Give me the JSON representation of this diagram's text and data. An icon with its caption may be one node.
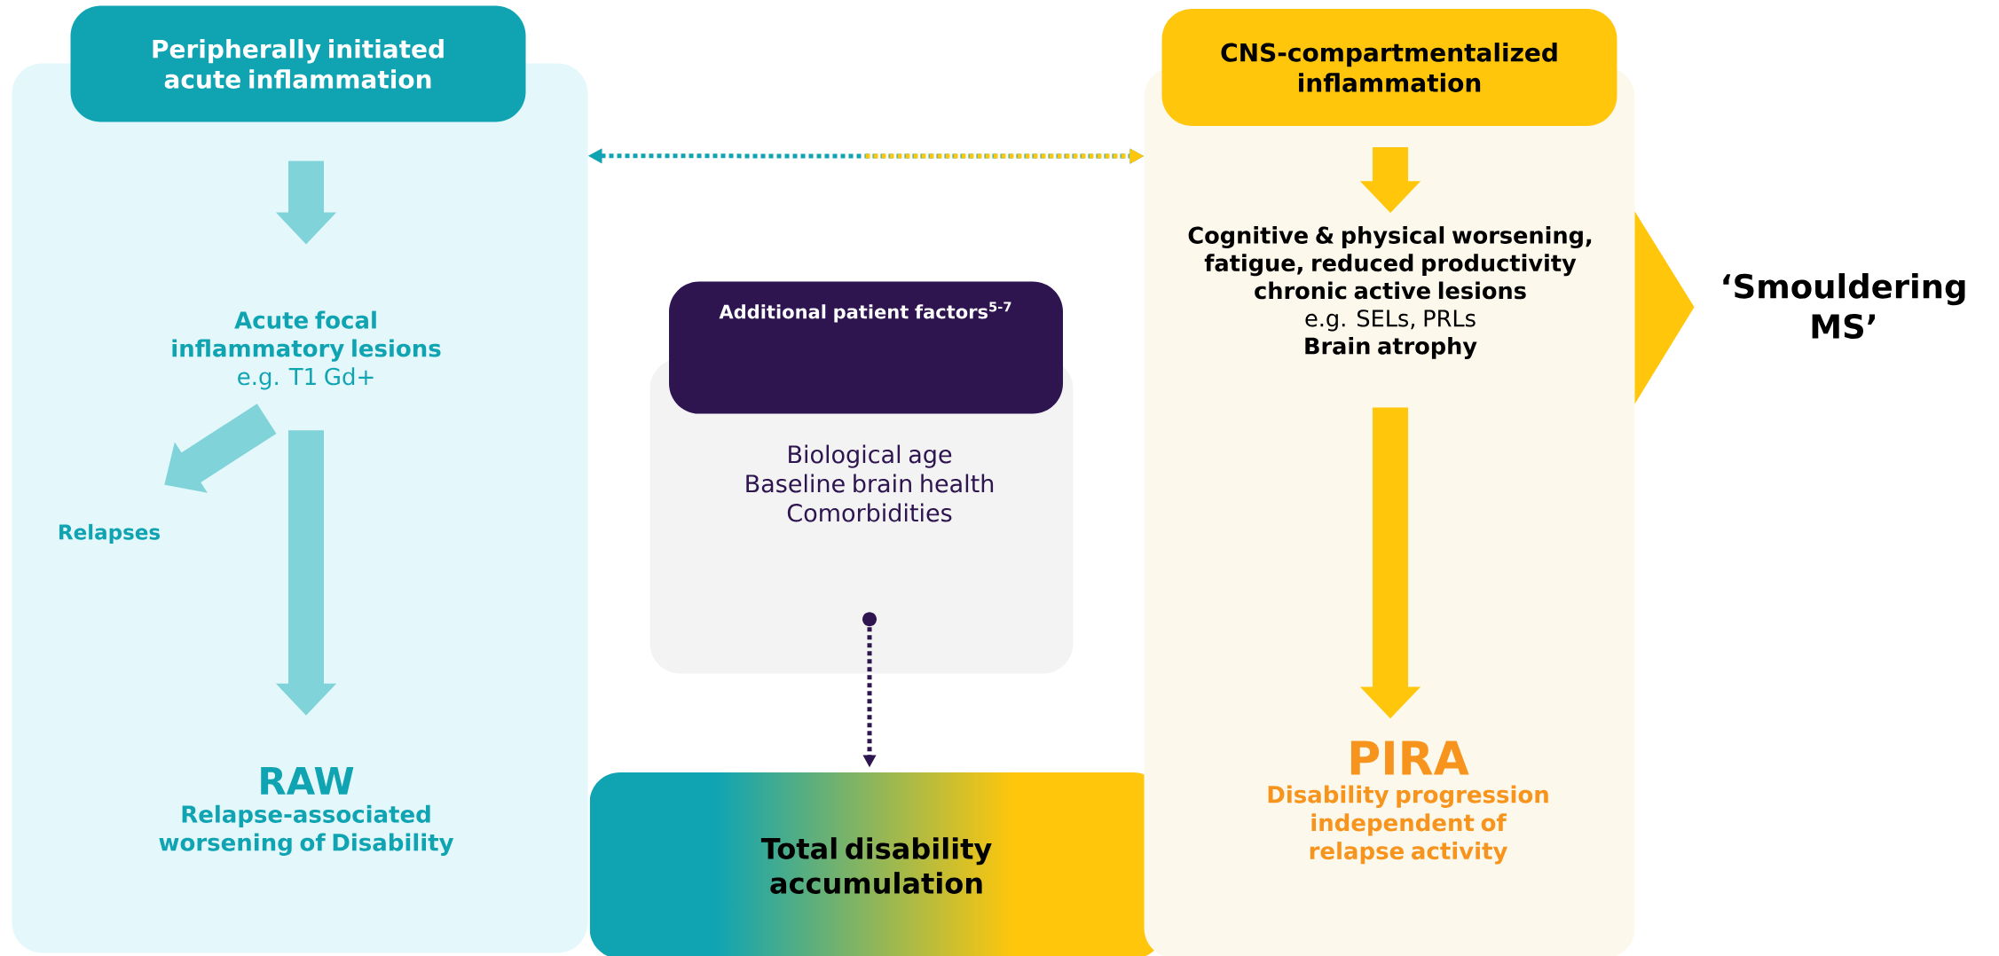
{
  "diagram": {
    "nodes": [
      {
        "text": [],
        "shape": "box"
      },
      {
        "text": [
          "Peripherally initiated acute inflammation"
        ]
      },
      {
        "text": [
          "Acute focal inflammatory lesions",
          "e.g. T1 Gd+"
        ],
        "in": 0
      },
      {
        "text": [
          "Relapses"
        ],
        "in": 0
      },
      {
        "text": [
          "RAW",
          "Relapse-associated worsening of Disability"
        ],
        "in": 0
      },
      {
        "text": [],
        "shape": "box"
      },
      {
        "text": [
          "Additional patient factors$^{5-7}$"
        ]
      },
      {
        "text": [
          "Biological age",
          "Baseline brain health",
          "Comorbidities"
        ],
        "in": 5
      },
      {
        "text": [
          "Total disability accumulation"
        ]
      },
      {
        "text": [],
        "shape": "box"
      },
      {
        "text": [
          "CNS-compartmentalized inflammation"
        ]
      },
      {
        "text": [
          "Cognitive & physical worsening, fatigue, reduced productivity",
          "chronic active lesions",
          "e.g. SELs, PRLs",
          "Brain atrophy"
        ],
        "in": 9
      },
      {
        "text": [
          "PIRA",
          "Disability progression independent of relapse activity"
        ],
        "in": 9
      }
    ],
    "edges": [
      {
        "from": 1,
        "to": 2,
        "arrow": "to",
        "color": "#7fd3d9"
      },
      {
        "from": 2,
        "to": 3,
        "arrow": "to",
        "color": "#7fd3d9"
      },
      {
        "from": 2,
        "to": 4,
        "arrow": "to",
        "color": "#7fd3d9"
      },
      {
        "from": 0,
        "to": 9,
        "arrow": "both",
        "style": "dashed",
        "color": "#10a4b3"
      },
      {
        "from": 7,
        "to": 8,
        "arrow": "to",
        "style": "dashed",
        "color": "#2e1550"
      },
      {
        "from": 10,
        "to": 11,
        "arrow": "to",
        "color": "#ffc60b"
      },
      {
        "from": 11,
        "to": 12,
        "arrow": "to",
        "color": "#ffc60b"
      }
    ],
    "labels": [
      "‘Smouldering MS’"
    ]
  }
}
